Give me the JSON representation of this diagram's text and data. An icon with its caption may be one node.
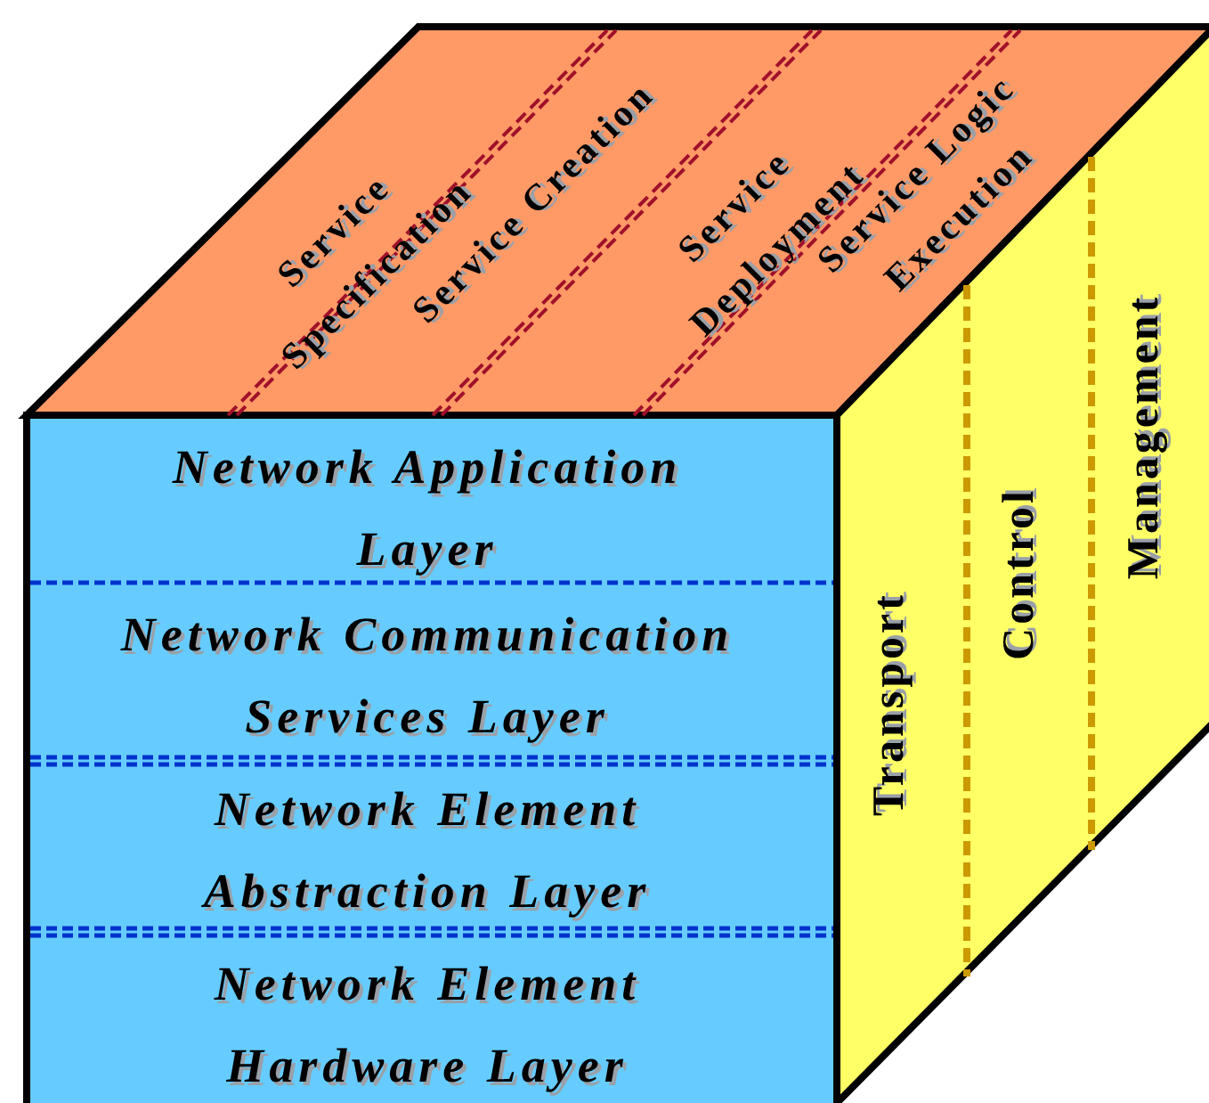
{
  "diagram": {
    "nodes": [
      {
        "text": [
          "Service Specification"
        ]
      },
      {
        "text": [
          "Service Creation"
        ]
      },
      {
        "text": [
          "Service Deployment"
        ]
      },
      {
        "text": [
          "Service Logic Execution"
        ]
      },
      {
        "text": [
          "Network Application Layer"
        ]
      },
      {
        "text": [
          "Network Communication Services Layer"
        ]
      },
      {
        "text": [
          "Network Element Abstraction Layer"
        ]
      },
      {
        "text": [
          "Network Element Hardware Layer"
        ]
      },
      {
        "text": [
          "Transport"
        ]
      },
      {
        "text": [
          "Control"
        ]
      },
      {
        "text": [
          "Management"
        ]
      }
    ]
  }
}
